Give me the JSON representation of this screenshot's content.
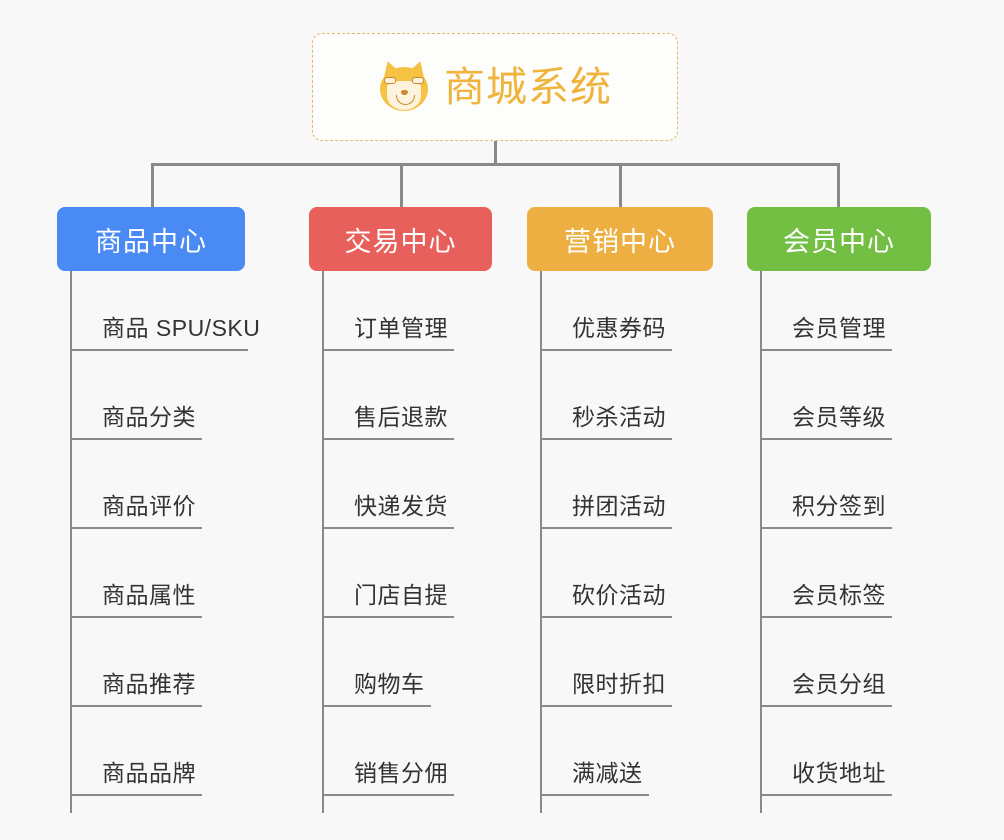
{
  "diagram": {
    "type": "mindmap-tree",
    "background_color": "#f8f8f8",
    "root": {
      "title": "商城系统",
      "icon": "shiba-dog-face-emoji",
      "border_color": "#e8b76b",
      "text_color": "#f0b43c",
      "border_style": "dashed"
    },
    "connector_color": "#8a8a8a",
    "categories": [
      {
        "label": "商品中心",
        "color": "#4a8af4",
        "items": [
          "商品 SPU/SKU",
          "商品分类",
          "商品评价",
          "商品属性",
          "商品推荐",
          "商品品牌"
        ]
      },
      {
        "label": "交易中心",
        "color": "#e8605c",
        "items": [
          "订单管理",
          "售后退款",
          "快递发货",
          "门店自提",
          "购物车",
          "销售分佣"
        ]
      },
      {
        "label": "营销中心",
        "color": "#edaf41",
        "items": [
          "优惠券码",
          "秒杀活动",
          "拼团活动",
          "砍价活动",
          "限时折扣",
          "满减送"
        ]
      },
      {
        "label": "会员中心",
        "color": "#72bf44",
        "items": [
          "会员管理",
          "会员等级",
          "积分签到",
          "会员标签",
          "会员分组",
          "收货地址"
        ]
      }
    ]
  }
}
